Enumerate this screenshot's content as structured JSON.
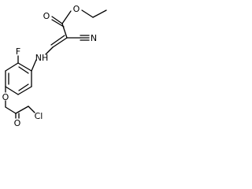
{
  "molecule": {
    "atoms": {
      "ester_carbonyl_o": "O",
      "ester_o": "O",
      "nitrile_n": "N",
      "amine": "NH",
      "fluorine": "F",
      "aryl_o": "O",
      "acyl_o": "O",
      "chlorine": "Cl"
    },
    "colors": {
      "bond": "#000000",
      "text": "#000000",
      "background": "#ffffff"
    }
  }
}
